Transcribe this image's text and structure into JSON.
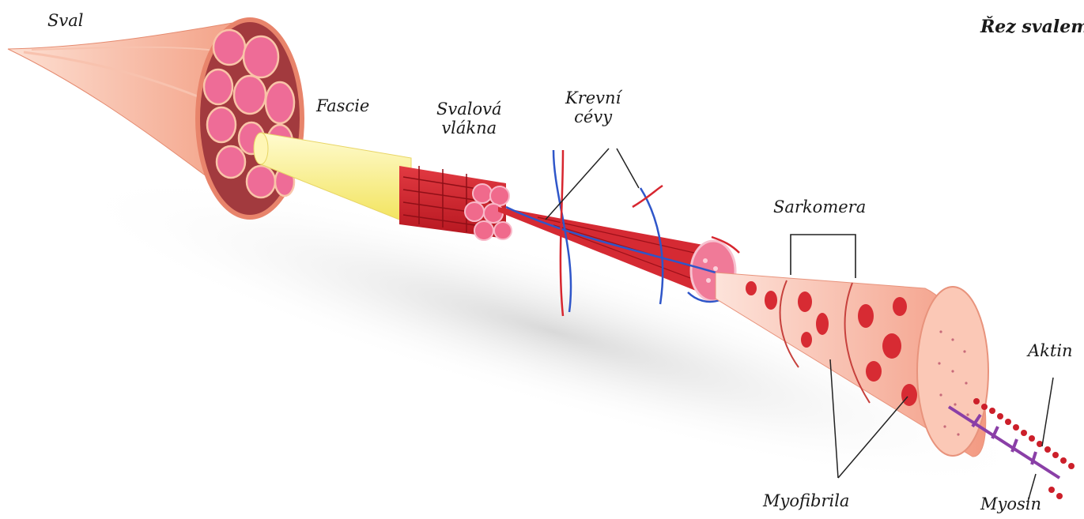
{
  "title": "Řez svalem",
  "labels": {
    "sval": "Sval",
    "fascie": "Fascie",
    "svalova_vlakna_1": "Svalová",
    "svalova_vlakna_2": "vlákna",
    "krevni_cevy_1": "Krevní",
    "krevni_cevy_2": "cévy",
    "sarkomera": "Sarkomera",
    "aktin": "Aktin",
    "myofibrila": "Myofibrila",
    "myosin": "Myosin"
  },
  "colors": {
    "muscle_light": "#f6a98f",
    "muscle_pink": "#e65a86",
    "fiber_red": "#d42531",
    "fascia_yellow": "#faf19a",
    "vessel_blue": "#2f56c9",
    "vessel_red": "#d7262f",
    "sarcomere_peach": "#f8b9a2",
    "actin_red": "#cc1f2a",
    "myosin_purple": "#8a3fa7"
  }
}
